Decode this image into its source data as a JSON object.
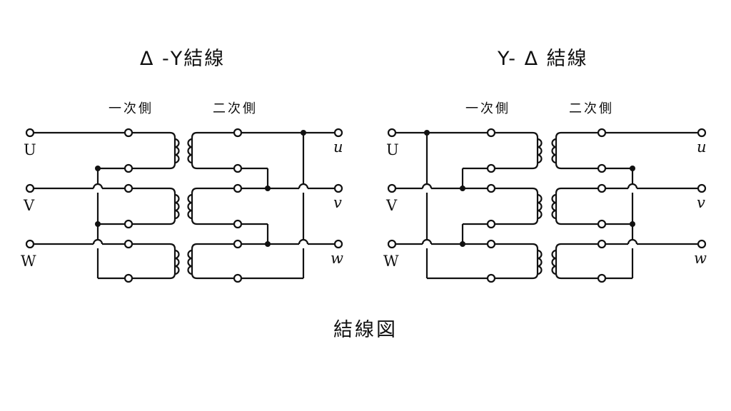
{
  "left_diagram": {
    "title": "Δ -Y結線",
    "primary_label": "一次側",
    "secondary_label": "二次側",
    "primary_terminals": [
      "U",
      "V",
      "W"
    ],
    "secondary_terminals": [
      "u",
      "v",
      "w"
    ]
  },
  "right_diagram": {
    "title": "Y- Δ 結線",
    "primary_label": "一次側",
    "secondary_label": "二次側",
    "primary_terminals": [
      "U",
      "V",
      "W"
    ],
    "secondary_terminals": [
      "u",
      "v",
      "w"
    ]
  },
  "caption": "結線図"
}
